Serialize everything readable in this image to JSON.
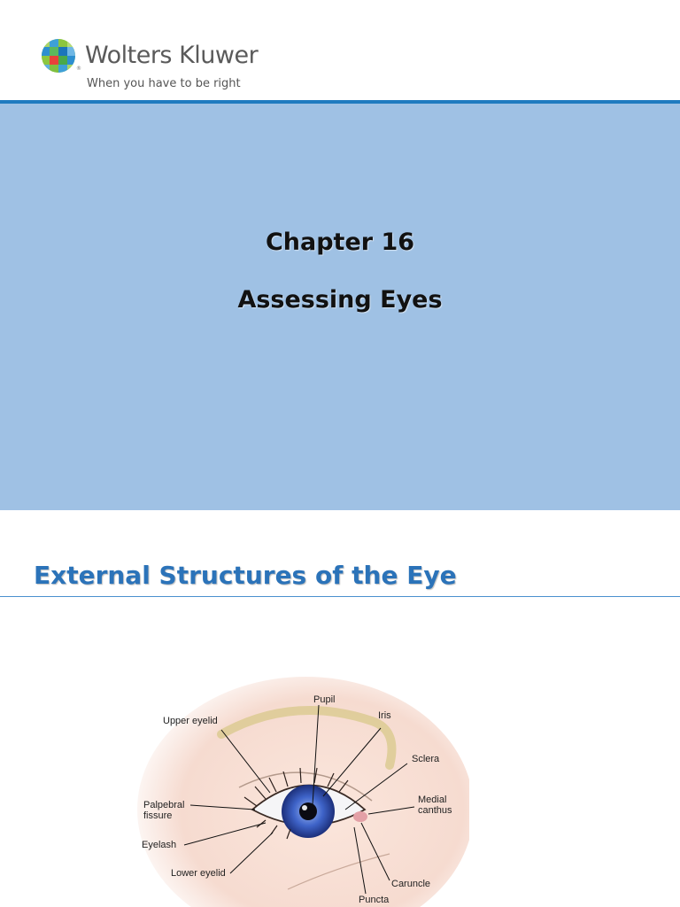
{
  "slide1": {
    "brand": {
      "name": "Wolters Kluwer",
      "registered": "®",
      "tagline": "When you have to be right"
    },
    "title": "Chapter 16",
    "subtitle": "Assessing Eyes",
    "colors": {
      "panel": "#9fc1e4",
      "rule": "#1f7bc0"
    }
  },
  "slide2": {
    "title": "External Structures of the Eye",
    "figure": {
      "labels": {
        "upper_eyelid": "Upper eyelid",
        "pupil": "Pupil",
        "iris": "Iris",
        "sclera": "Sclera",
        "palpebral_fissure_1": "Palpebral",
        "palpebral_fissure_2": "fissure",
        "medial_canthus_1": "Medial",
        "medial_canthus_2": "canthus",
        "eyelash": "Eyelash",
        "lower_eyelid": "Lower eyelid",
        "caruncle": "Caruncle",
        "puncta": "Puncta"
      }
    },
    "colors": {
      "title": "#2b73b9"
    }
  }
}
